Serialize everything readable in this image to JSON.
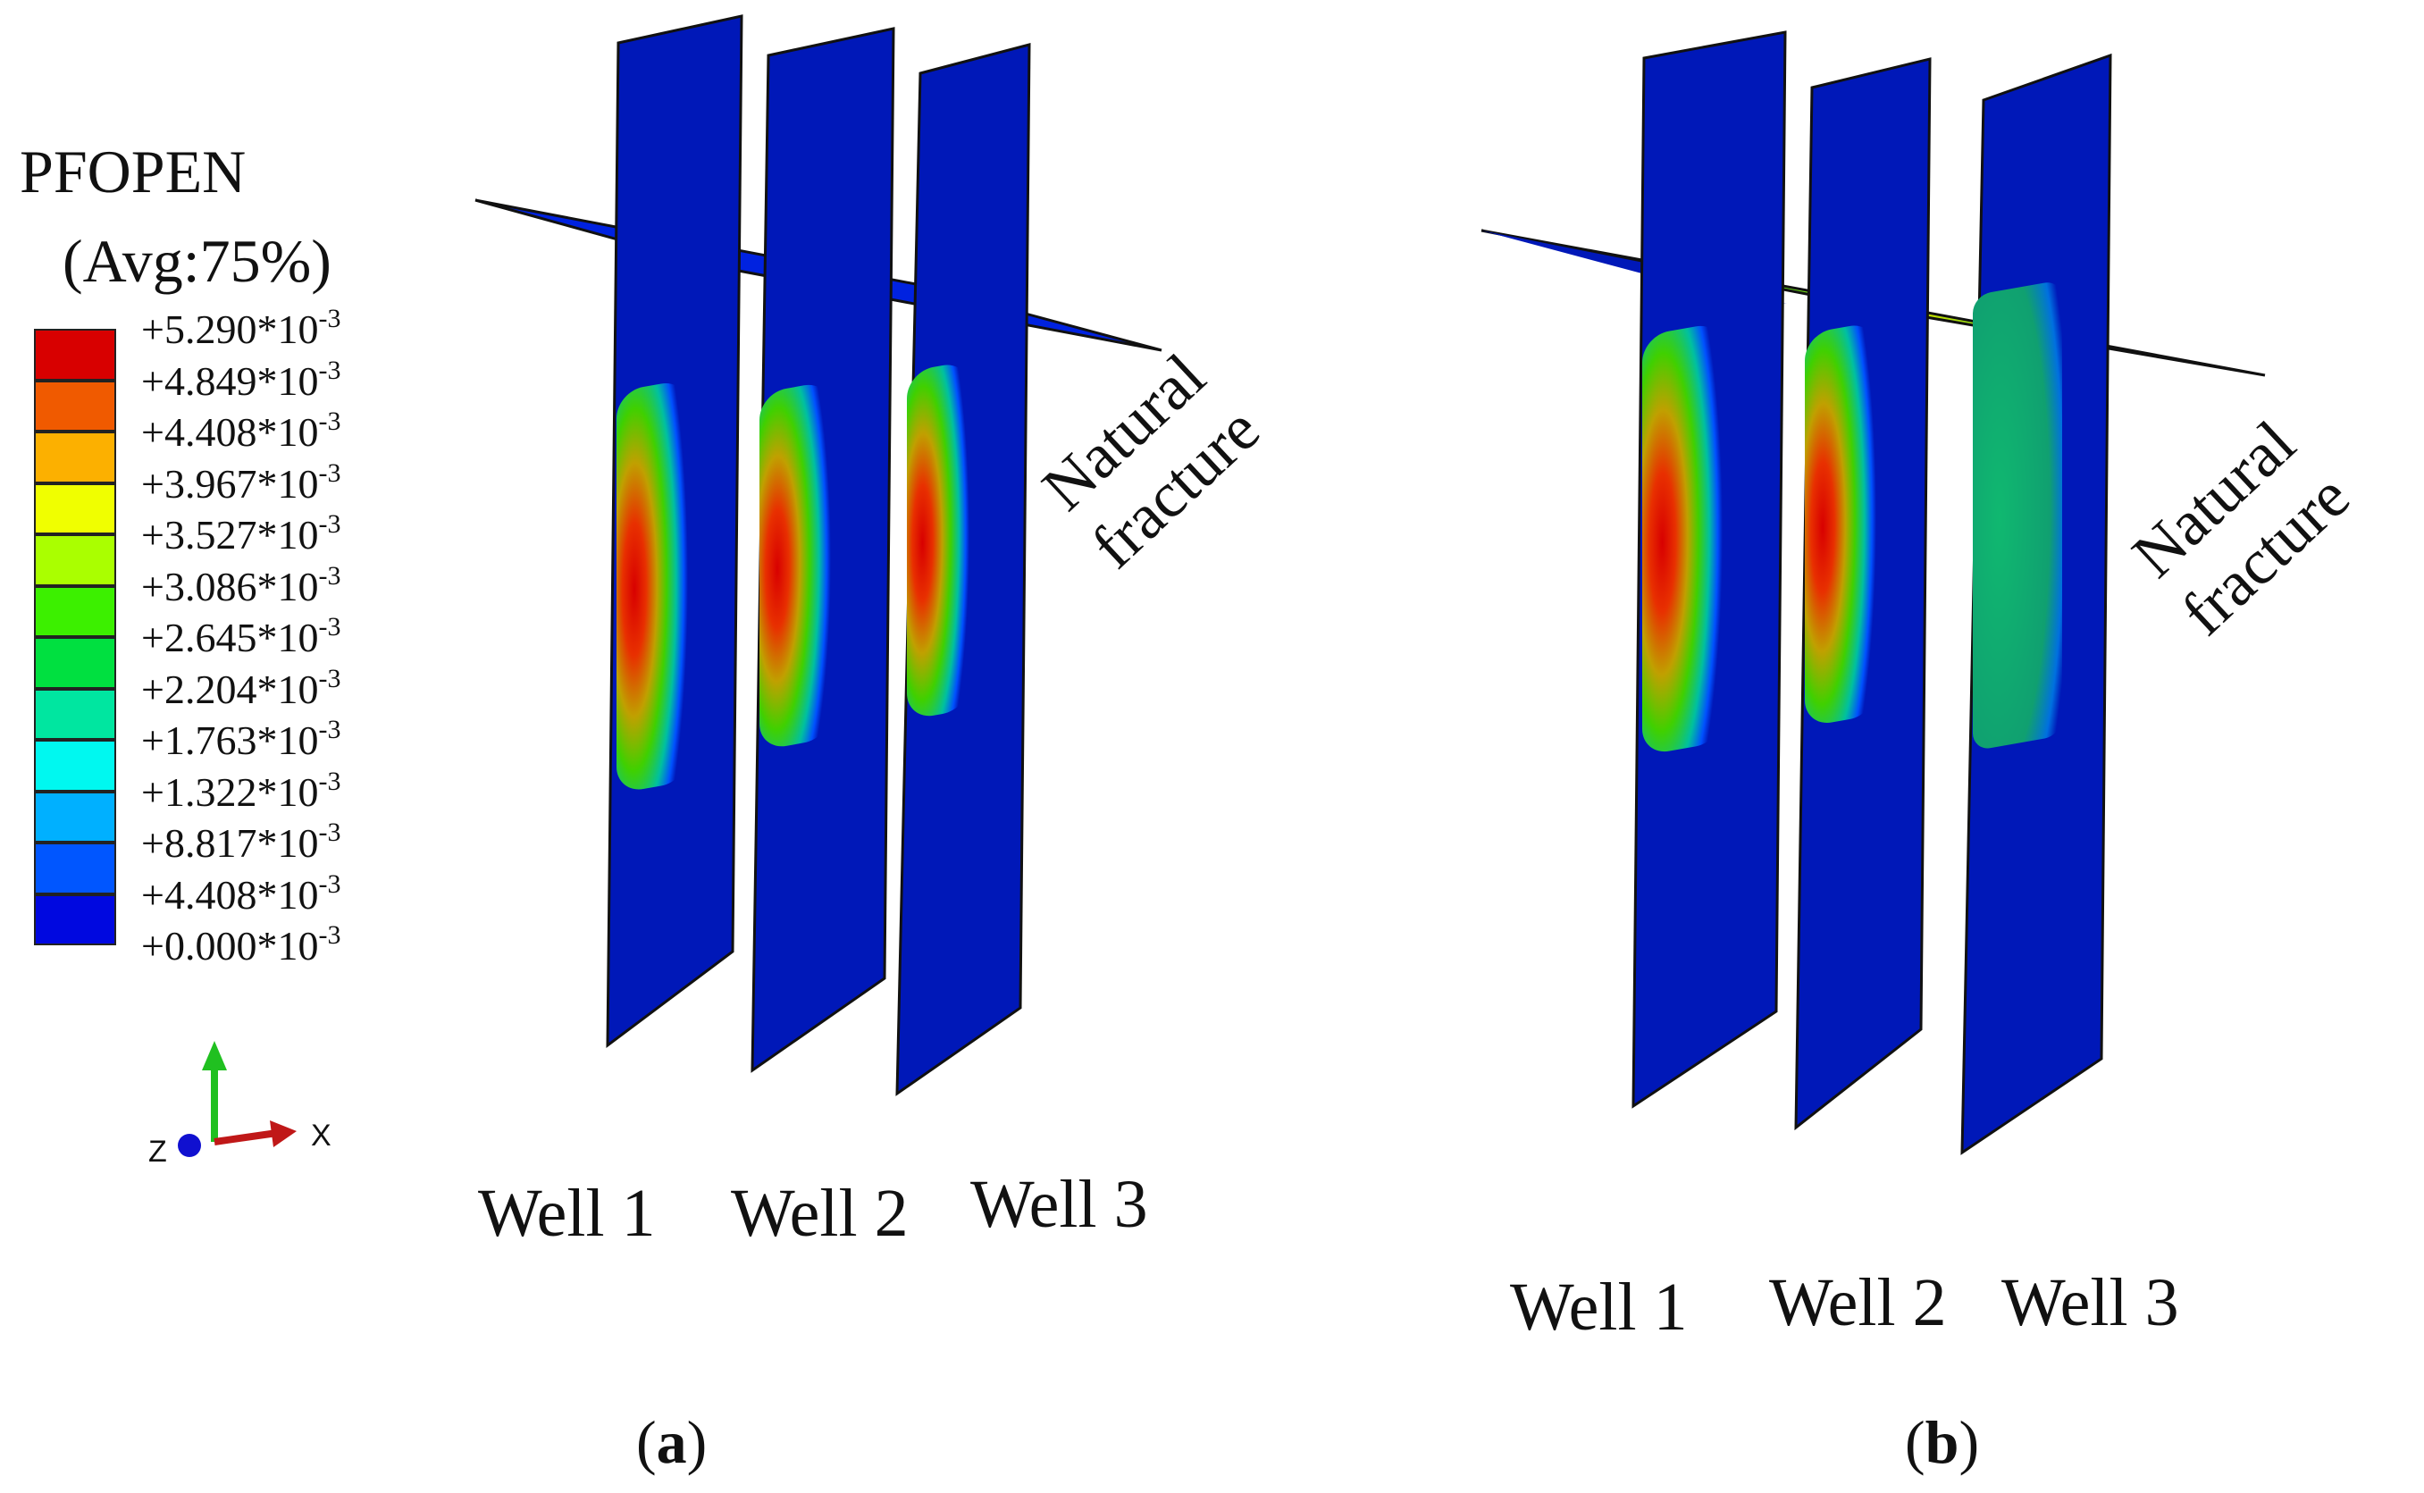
{
  "legend": {
    "title": "PFOPEN",
    "subtitle": "(Avg:75%)",
    "colors": [
      "#d80000",
      "#f05a00",
      "#fcb000",
      "#f0ff00",
      "#aaff00",
      "#3cf000",
      "#00e040",
      "#00e6a0",
      "#00f8f0",
      "#00b0ff",
      "#0056ff",
      "#0008e0"
    ],
    "ticks": [
      {
        "mantissa": "+5.290*10",
        "exp": "-3"
      },
      {
        "mantissa": "+4.849*10",
        "exp": "-3"
      },
      {
        "mantissa": "+4.408*10",
        "exp": "-3"
      },
      {
        "mantissa": "+3.967*10",
        "exp": "-3"
      },
      {
        "mantissa": "+3.527*10",
        "exp": "-3"
      },
      {
        "mantissa": "+3.086*10",
        "exp": "-3"
      },
      {
        "mantissa": "+2.645*10",
        "exp": "-3"
      },
      {
        "mantissa": "+2.204*10",
        "exp": "-3"
      },
      {
        "mantissa": "+1.763*10",
        "exp": "-3"
      },
      {
        "mantissa": "+1.322*10",
        "exp": "-3"
      },
      {
        "mantissa": "+8.817*10",
        "exp": "-3"
      },
      {
        "mantissa": "+4.408*10",
        "exp": "-3"
      },
      {
        "mantissa": "+0.000*10",
        "exp": "-3"
      }
    ]
  },
  "axes_triad": {
    "z_label": "Z",
    "x_label": "X"
  },
  "panel_a": {
    "wells": [
      "Well 1",
      "Well 2",
      "Well 3"
    ],
    "natural_fracture": [
      "Natural",
      "fracture"
    ],
    "caption_open": "(",
    "caption_letter": "a",
    "caption_close": ")"
  },
  "panel_b": {
    "wells": [
      "Well 1",
      "Well 2",
      "Well 3"
    ],
    "natural_fracture": [
      "Natural",
      "fracture"
    ],
    "caption_open": "(",
    "caption_letter": "b",
    "caption_close": ")"
  },
  "colors": {
    "background_fracture": "#0018b8",
    "outline": "#111111",
    "triad_y": "#20c020",
    "triad_x": "#c01818",
    "triad_origin": "#1010d0"
  }
}
